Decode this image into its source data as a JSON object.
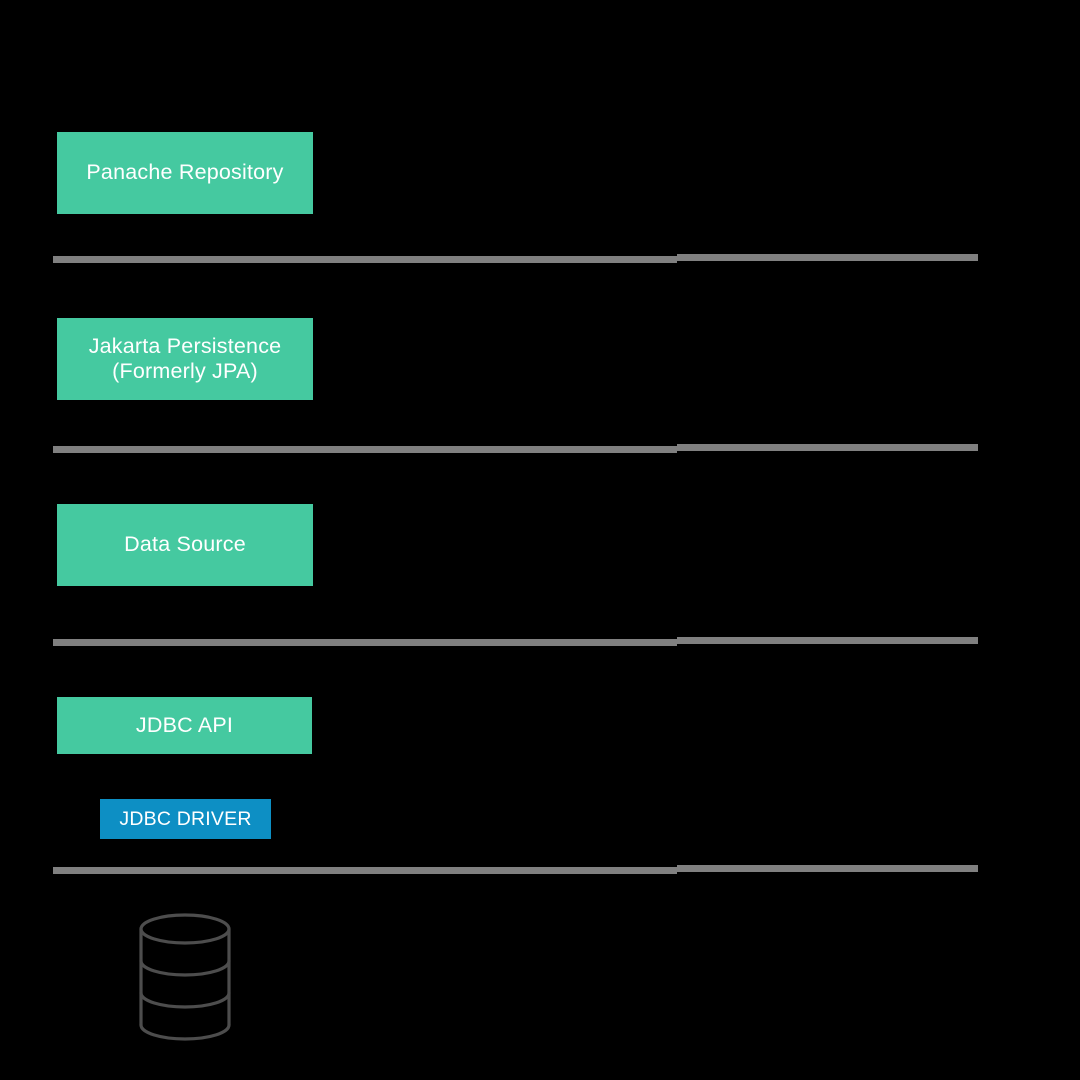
{
  "diagram": {
    "title": "Java data access layer stack",
    "background_color": "#000000",
    "colors": {
      "layer_green": "#45C9A0",
      "driver_blue": "#0D8FC4",
      "divider_gray": "#808080",
      "icon_gray": "#4D4D4D",
      "label_text": "#FFFFFF"
    },
    "layers": [
      {
        "id": "panache-repository",
        "label": "Panache Repository",
        "color": "#45C9A0"
      },
      {
        "id": "jakarta-persistence",
        "label": "Jakarta Persistence\n(Formerly JPA)",
        "line1": "Jakarta Persistence",
        "line2": "(Formerly JPA)",
        "color": "#45C9A0"
      },
      {
        "id": "data-source",
        "label": "Data Source",
        "color": "#45C9A0"
      },
      {
        "id": "jdbc-api",
        "label": "JDBC API",
        "color": "#45C9A0"
      },
      {
        "id": "jdbc-driver",
        "label": "JDBC DRIVER",
        "color": "#0D8FC4"
      }
    ],
    "dividers": [
      {
        "id": "divider-1"
      },
      {
        "id": "divider-2"
      },
      {
        "id": "divider-3"
      },
      {
        "id": "divider-4"
      }
    ],
    "icons": [
      {
        "id": "database-cylinder",
        "name": "database-icon",
        "segments": 3
      }
    ]
  }
}
